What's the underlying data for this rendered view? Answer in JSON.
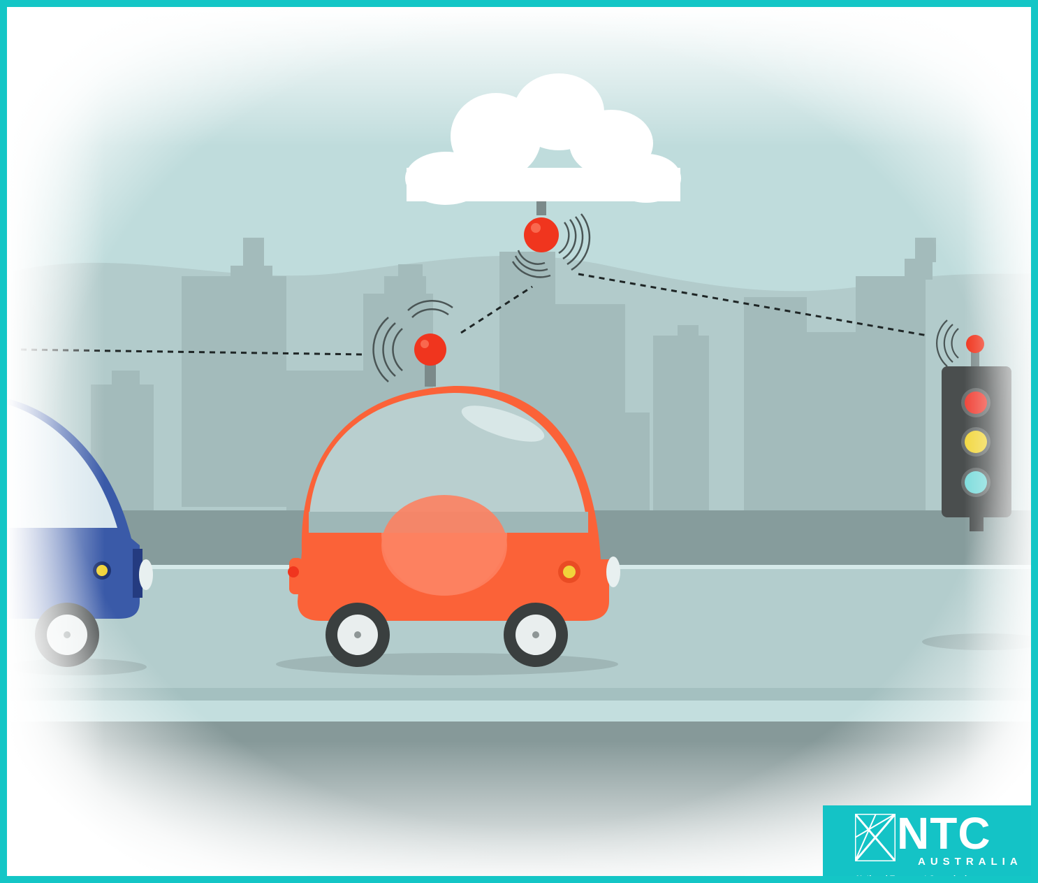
{
  "logo": {
    "main": "NTC",
    "sub": "AUSTRALIA",
    "tagline": "National Transport Commission"
  },
  "colors": {
    "frame": "#14c6c6",
    "sky": "#bfdcdc",
    "buildings": "#a3bbbb",
    "road": "#b3cdcd",
    "car_red": "#fb6238",
    "car_blue": "#3a5aa8",
    "beacon": "#f0351e",
    "logo_bg": "#14c3c6"
  },
  "icons": [
    "cloud-icon",
    "beacon-icon",
    "traffic-light-icon",
    "car-icon",
    "wireless-signal-icon"
  ]
}
